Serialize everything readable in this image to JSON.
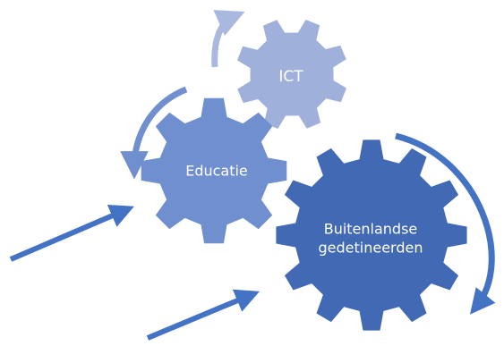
{
  "gears": [
    {
      "id": "ict",
      "label": "ICT",
      "color": "#9fb0da"
    },
    {
      "id": "educatie",
      "label": "Educatie",
      "color": "#6f8fcf"
    },
    {
      "id": "buitenlandse",
      "label_line1": "Buitenlandse",
      "label_line2": "gedetineerden",
      "color": "#4169b4"
    }
  ],
  "arrow_colors": {
    "ict_arrow": "#a9b8de",
    "educatie_arrow": "#6f8fcf",
    "buitenlandse_arrow": "#4473c4",
    "input_arrows": "#4472c4"
  }
}
